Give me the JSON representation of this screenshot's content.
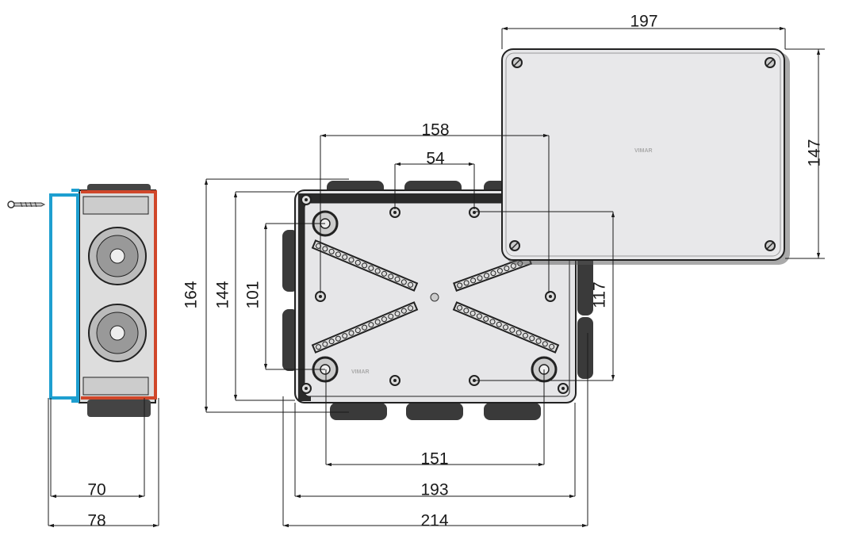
{
  "title": "Junction box dimensional drawing",
  "brand_logo": "VIMAR",
  "dimensions": {
    "lid_width": "197",
    "lid_height": "147",
    "screw_spacing_top": "158",
    "top_inner_spacing": "54",
    "overall_height": "164",
    "body_height": "144",
    "screw_spacing_vertical": "101",
    "right_screw_spacing": "117",
    "bottom_screw_spacing": "151",
    "body_width": "193",
    "overall_width": "214",
    "depth_inner": "70",
    "depth_overall": "78"
  },
  "colors": {
    "base_outline": "#1e9fd0",
    "lid_outline": "#d0472a",
    "body_fill": "#e6e6e8"
  }
}
